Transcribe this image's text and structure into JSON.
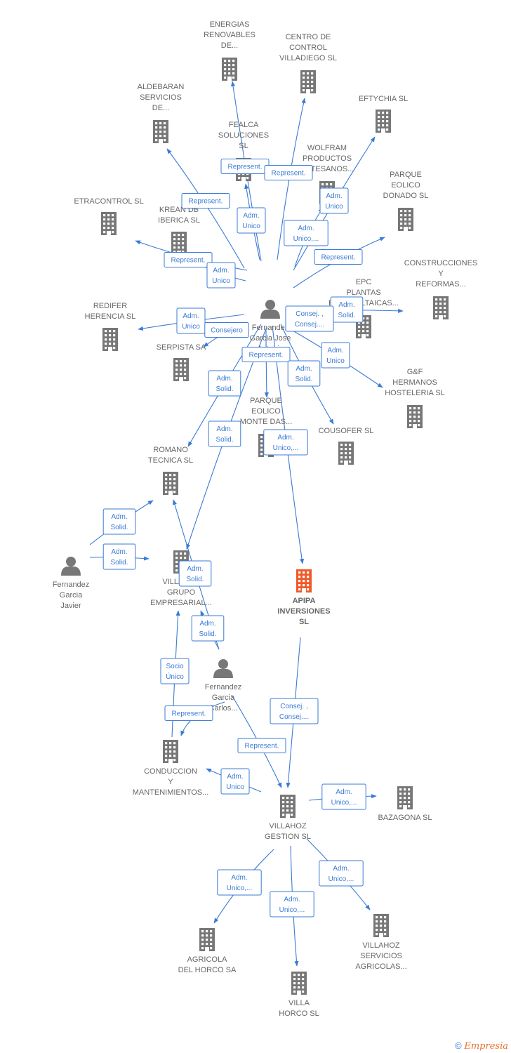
{
  "colors": {
    "edge": "#3a7bd5",
    "node": "#777777",
    "focus": "#f05a28",
    "label": "#666666"
  },
  "nodes": [
    {
      "id": "energias",
      "type": "company",
      "lines": [
        "ENERGIAS",
        "RENOVABLES",
        "DE..."
      ]
    },
    {
      "id": "centro",
      "type": "company",
      "lines": [
        "CENTRO DE",
        "CONTROL",
        "VILLADIEGO SL"
      ]
    },
    {
      "id": "aldebaran",
      "type": "company",
      "lines": [
        "ALDEBARAN",
        "SERVICIOS",
        "DE..."
      ]
    },
    {
      "id": "eftychia",
      "type": "company",
      "lines": [
        "EFTYCHIA  SL"
      ]
    },
    {
      "id": "fealca",
      "type": "company",
      "lines": [
        "FEALCA",
        "SOLUCIONES",
        "SL"
      ]
    },
    {
      "id": "wolfram",
      "type": "company",
      "lines": [
        "WOLFRAM",
        "PRODUCTOS",
        "ARTESANOS..."
      ]
    },
    {
      "id": "parque_donado",
      "type": "company",
      "lines": [
        "PARQUE",
        "EOLICO",
        "DONADO SL"
      ]
    },
    {
      "id": "etracontrol",
      "type": "company",
      "lines": [
        "ETRACONTROL SL"
      ]
    },
    {
      "id": "krean",
      "type": "company",
      "lines": [
        "KREAN DB",
        "IBERICA  SL"
      ]
    },
    {
      "id": "construcciones",
      "type": "company",
      "lines": [
        "CONSTRUCCIONES",
        "Y",
        "REFORMAS..."
      ]
    },
    {
      "id": "fgja",
      "type": "person",
      "lines": [
        "Fernandez",
        "Garcia Jose",
        "Antonio"
      ]
    },
    {
      "id": "epc",
      "type": "company",
      "lines": [
        "EPC",
        "PLANTAS",
        "FOTOVOLTAICAS..."
      ]
    },
    {
      "id": "redifer",
      "type": "company",
      "lines": [
        "REDIFER",
        "HERENCIA  SL"
      ]
    },
    {
      "id": "serpista",
      "type": "company",
      "lines": [
        "SERPISTA SA"
      ]
    },
    {
      "id": "gf",
      "type": "company",
      "lines": [
        "G&F",
        "HERMANOS",
        "HOSTELERIA SL"
      ]
    },
    {
      "id": "parque_monte",
      "type": "company",
      "lines": [
        "PARQUE",
        "EOLICO",
        "MONTE DAS..."
      ]
    },
    {
      "id": "cousofer",
      "type": "company",
      "lines": [
        "COUSOFER SL"
      ]
    },
    {
      "id": "romano",
      "type": "company",
      "lines": [
        "ROMANO",
        "TECNICA  SL"
      ]
    },
    {
      "id": "fgjavier",
      "type": "person",
      "lines": [
        "Fernandez",
        "Garcia",
        "Javier"
      ]
    },
    {
      "id": "villahoz_grupo",
      "type": "company",
      "lines": [
        "VILLAHOZ",
        "GRUPO",
        "EMPRESARIAL..."
      ]
    },
    {
      "id": "apipa",
      "type": "focus",
      "lines": [
        "APIPA",
        "INVERSIONES",
        "SL"
      ]
    },
    {
      "id": "fgcarlos",
      "type": "person",
      "lines": [
        "Fernandez",
        "Garcia",
        "Carlos..."
      ]
    },
    {
      "id": "conduccion",
      "type": "company",
      "lines": [
        "CONDUCCION",
        "Y",
        "MANTENIMIENTOS..."
      ]
    },
    {
      "id": "villahoz_gestion",
      "type": "company",
      "lines": [
        "VILLAHOZ",
        "GESTION  SL"
      ]
    },
    {
      "id": "bazagona",
      "type": "company",
      "lines": [
        "BAZAGONA SL"
      ]
    },
    {
      "id": "agricola",
      "type": "company",
      "lines": [
        "AGRICOLA",
        "DEL HORCO SA"
      ]
    },
    {
      "id": "villa_horco",
      "type": "company",
      "lines": [
        "VILLA",
        "HORCO SL"
      ]
    },
    {
      "id": "villahoz_servicios",
      "type": "company",
      "lines": [
        "VILLAHOZ",
        "SERVICIOS",
        "AGRICOLAS..."
      ]
    }
  ],
  "edges": [
    {
      "from": "fgja",
      "to": "energias",
      "label": [
        "Represent."
      ]
    },
    {
      "from": "fgja",
      "to": "centro",
      "label": [
        "Represent."
      ]
    },
    {
      "from": "fgja",
      "to": "aldebaran",
      "label": [
        "Represent."
      ]
    },
    {
      "from": "fgja",
      "to": "fealca",
      "label": [
        "Adm.",
        "Unico"
      ]
    },
    {
      "from": "fgja",
      "to": "eftychia",
      "label": [
        "Adm.",
        "Unico"
      ]
    },
    {
      "from": "fgja",
      "to": "wolfram",
      "label": [
        "Adm.",
        "Unico,..."
      ]
    },
    {
      "from": "fgja",
      "to": "parque_donado",
      "label": [
        "Represent."
      ]
    },
    {
      "from": "fgja",
      "to": "etracontrol",
      "label": [
        "Represent."
      ]
    },
    {
      "from": "fgja",
      "to": "krean",
      "label": [
        "Adm.",
        "Unico"
      ]
    },
    {
      "from": "fgja",
      "to": "construcciones",
      "label": [
        "Adm.",
        "Solid."
      ]
    },
    {
      "from": "fgja",
      "to": "epc",
      "label": [
        "Consej. ,",
        "Consej...."
      ]
    },
    {
      "from": "fgja",
      "to": "redifer",
      "label": [
        "Adm.",
        "Unico"
      ]
    },
    {
      "from": "fgja",
      "to": "serpista",
      "label": [
        "Consejero"
      ]
    },
    {
      "from": "fgja",
      "to": "gf",
      "label": [
        "Adm.",
        "Unico"
      ]
    },
    {
      "from": "fgja",
      "to": "parque_monte",
      "label": [
        "Represent."
      ]
    },
    {
      "from": "fgja",
      "to": "cousofer",
      "label": [
        "Adm.",
        "Solid."
      ]
    },
    {
      "from": "fgja",
      "to": "romano",
      "label": [
        "Adm.",
        "Solid."
      ]
    },
    {
      "from": "fgja",
      "to": "villahoz_grupo",
      "label": [
        "Adm.",
        "Solid."
      ]
    },
    {
      "from": "fgja",
      "to": "apipa",
      "label": [
        "Adm.",
        "Unico,..."
      ]
    },
    {
      "from": "fgjavier",
      "to": "romano",
      "label": [
        "Adm.",
        "Solid."
      ]
    },
    {
      "from": "fgjavier",
      "to": "villahoz_grupo",
      "label": [
        "Adm.",
        "Solid."
      ]
    },
    {
      "from": "fgcarlos",
      "to": "romano",
      "label": [
        "Adm.",
        "Solid."
      ]
    },
    {
      "from": "fgcarlos",
      "to": "villahoz_grupo",
      "label": [
        "Adm.",
        "Solid."
      ]
    },
    {
      "from": "conduccion",
      "to": "villahoz_grupo",
      "label": [
        "Socio",
        "Único"
      ]
    },
    {
      "from": "fgcarlos",
      "to": "conduccion",
      "label": [
        "Represent."
      ]
    },
    {
      "from": "fgcarlos",
      "to": "villahoz_gestion",
      "label": [
        "Represent."
      ]
    },
    {
      "from": "apipa",
      "to": "villahoz_gestion",
      "label": [
        "Consej. ,",
        "Consej...."
      ]
    },
    {
      "from": "villahoz_gestion",
      "to": "conduccion",
      "label": [
        "Adm.",
        "Unico"
      ]
    },
    {
      "from": "villahoz_gestion",
      "to": "bazagona",
      "label": [
        "Adm.",
        "Unico,..."
      ]
    },
    {
      "from": "villahoz_gestion",
      "to": "agricola",
      "label": [
        "Adm.",
        "Unico,..."
      ]
    },
    {
      "from": "villahoz_gestion",
      "to": "villa_horco",
      "label": [
        "Adm.",
        "Unico,..."
      ]
    },
    {
      "from": "villahoz_gestion",
      "to": "villahoz_servicios",
      "label": [
        "Adm.",
        "Unico,..."
      ]
    }
  ],
  "footer": {
    "copyright": "©",
    "brand": "Empresia"
  }
}
